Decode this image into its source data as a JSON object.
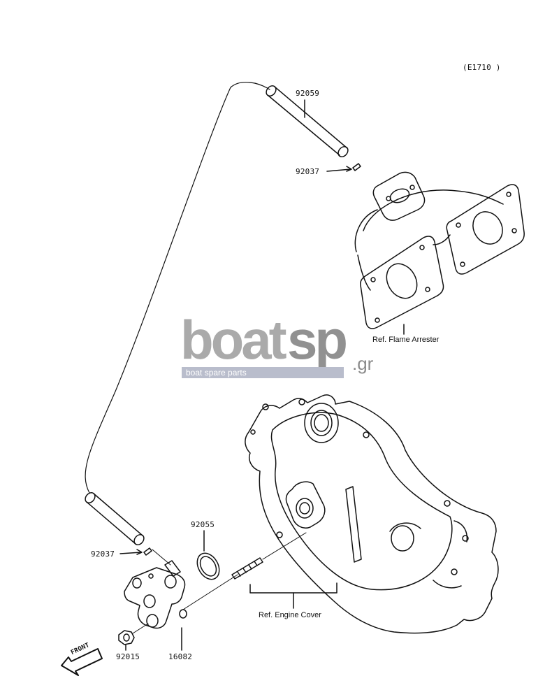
{
  "diagram_code": "(E1710 )",
  "parts": {
    "p92059": "92059",
    "p92037_top": "92037",
    "p92037_bottom": "92037",
    "p92055": "92055",
    "p92015": "92015",
    "p16082": "16082"
  },
  "references": {
    "flame_arrester": "Ref. Flame Arrester",
    "engine_cover": "Ref. Engine Cover"
  },
  "watermark": {
    "brand_left": "boat",
    "brand_right": "sp",
    "domain": ".gr",
    "tagline": "boat spare parts"
  },
  "front_arrow": "FRONT",
  "colors": {
    "line": "#111111",
    "watermark_grey": "#a6a6a6",
    "watermark_band": "#b9bdcc"
  }
}
